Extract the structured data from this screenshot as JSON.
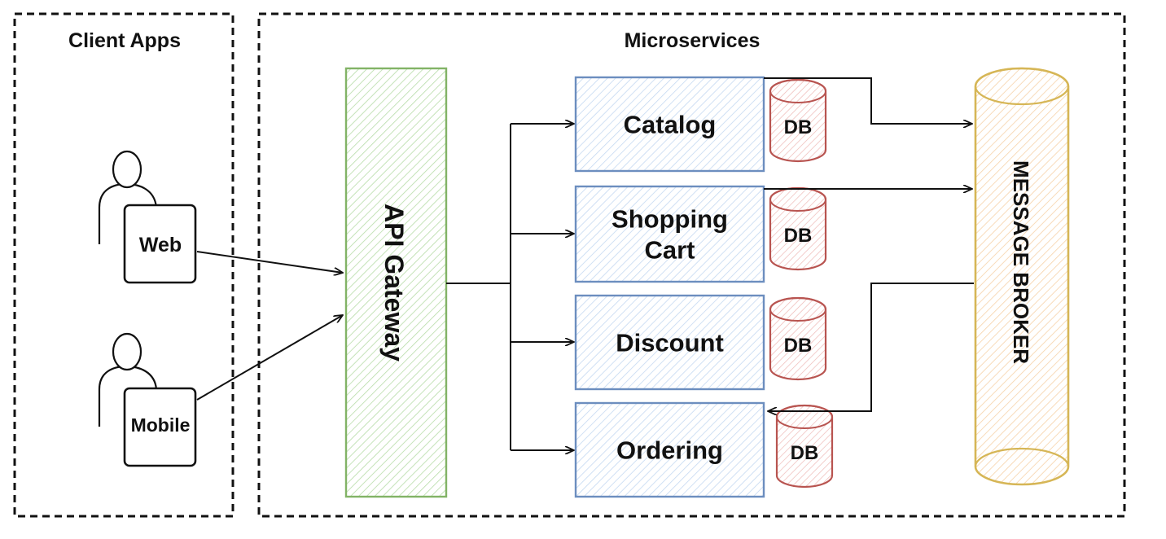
{
  "client_group": {
    "title": "Client Apps"
  },
  "clients": [
    {
      "label": "Web"
    },
    {
      "label": "Mobile"
    }
  ],
  "services_group": {
    "title": "Microservices"
  },
  "gateway": {
    "label": "API Gateway"
  },
  "services": [
    {
      "label_lines": [
        "Catalog"
      ],
      "db": "DB"
    },
    {
      "label_lines": [
        "Shopping",
        "Cart"
      ],
      "db": "DB"
    },
    {
      "label_lines": [
        "Discount"
      ],
      "db": "DB"
    },
    {
      "label_lines": [
        "Ordering"
      ],
      "db": "DB"
    }
  ],
  "broker": {
    "label": "MESSAGE BROKER"
  },
  "colors": {
    "gateway_stroke": "#82b366",
    "gateway_fill": "#d5e8d4",
    "service_stroke": "#6c8ebf",
    "service_fill": "#dae8fc",
    "db_stroke": "#b85450",
    "db_fill": "#f8cecc",
    "broker_stroke": "#d6b656",
    "broker_fill": "#ffe6cc"
  }
}
